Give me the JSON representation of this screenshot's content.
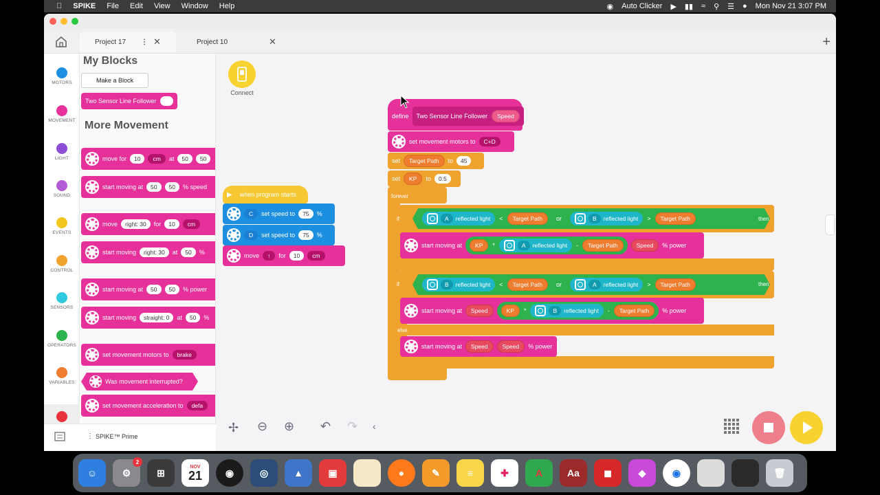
{
  "menubar": {
    "app": "SPIKE",
    "menus": [
      "File",
      "Edit",
      "View",
      "Window",
      "Help"
    ],
    "auto_clicker": "Auto Clicker",
    "datetime": "Mon Nov 21  3:07 PM"
  },
  "tabs": [
    {
      "label": "Project 17"
    },
    {
      "label": "Project 10"
    }
  ],
  "categories": [
    {
      "label": "MOTORS",
      "color": "#1d8fe0"
    },
    {
      "label": "MOVEMENT",
      "color": "#e6319a"
    },
    {
      "label": "LIGHT",
      "color": "#8b4fd6"
    },
    {
      "label": "SOUND",
      "color": "#b25bd6"
    },
    {
      "label": "EVENTS",
      "color": "#f2c51f"
    },
    {
      "label": "CONTROL",
      "color": "#f0a22e"
    },
    {
      "label": "SENSORS",
      "color": "#2fc9e0"
    },
    {
      "label": "OPERATORS",
      "color": "#2db24e"
    },
    {
      "label": "VARIABLES",
      "color": "#ee7d2f"
    }
  ],
  "palette": {
    "my_blocks_heading": "My Blocks",
    "make_block": "Make a Block",
    "custom_block": "Two Sensor Line Follower",
    "more_movement_heading": "More Movement",
    "b1": {
      "label": "move for",
      "v1": "10",
      "unit": "cm",
      "at": "at",
      "v2": "50",
      "v3": "50"
    },
    "b2": {
      "label": "start moving at",
      "v1": "50",
      "v2": "50",
      "suffix": "% speed"
    },
    "b3": {
      "label": "move",
      "v1": "right: 30",
      "for": "for",
      "v2": "10",
      "unit": "cm"
    },
    "b4": {
      "label": "start moving",
      "v1": "right: 30",
      "at": "at",
      "v2": "50",
      "suffix": "%"
    },
    "b5": {
      "label": "start moving at",
      "v1": "50",
      "v2": "50",
      "suffix": "% power"
    },
    "b6": {
      "label": "start moving",
      "v1": "straight: 0",
      "at": "at",
      "v2": "50",
      "suffix": "%"
    },
    "b7": {
      "label": "set movement motors to",
      "v1": "brake"
    },
    "b8": {
      "label": "Was movement interrupted?"
    },
    "b9": {
      "label": "set movement acceleration to",
      "v1": "defa"
    },
    "footer": "SPIKE™ Prime"
  },
  "connect": "Connect",
  "program": {
    "hat": "when program starts",
    "s1": {
      "port": "C",
      "label": "set speed to",
      "value": "75",
      "unit": "%"
    },
    "s2": {
      "port": "D",
      "label": "set speed to",
      "value": "75",
      "unit": "%"
    },
    "s3": {
      "label": "move",
      "dir": "↑",
      "for": "for",
      "value": "10",
      "unit": "cm"
    }
  },
  "define": {
    "kw": "define",
    "name": "Two Sensor Line Follower",
    "param": "Speed",
    "motors": {
      "label": "set movement motors to",
      "value": "C+D"
    },
    "set1": {
      "kw": "set",
      "var": "Target Path",
      "to": "to",
      "value": "45"
    },
    "set2": {
      "kw": "set",
      "var": "KP",
      "to": "to",
      "value": "0.5"
    },
    "forever": "forever",
    "if1": {
      "kw": "if",
      "then": "then",
      "or": "or",
      "a_port": "A",
      "b_port": "B",
      "sensor": "reflected light",
      "lt": "<",
      "gt": ">",
      "target": "Target Path"
    },
    "move1": {
      "label": "start moving at",
      "kp": "KP",
      "mul": "*",
      "port": "A",
      "sensor": "reflected light",
      "minus": "-",
      "target": "Target Path",
      "speed": "Speed",
      "suffix": "% power"
    },
    "if2": {
      "kw": "if",
      "then": "then",
      "or": "or",
      "a_port": "B",
      "b_port": "A",
      "sensor": "reflected light",
      "lt": "<",
      "gt": ">",
      "target": "Target Path"
    },
    "move2": {
      "label": "start moving at",
      "speed": "Speed",
      "kp": "KP",
      "mul": "*",
      "port": "B",
      "sensor": "reflected light",
      "minus": "-",
      "target": "Target Path",
      "suffix": "% power"
    },
    "else": "else",
    "move3": {
      "label": "start moving at",
      "speed": "Speed",
      "speed2": "Speed",
      "suffix": "% power"
    }
  },
  "dock": {
    "calendar_month": "NOV",
    "calendar_day": "21",
    "badge": "2",
    "dict": "Aa"
  }
}
